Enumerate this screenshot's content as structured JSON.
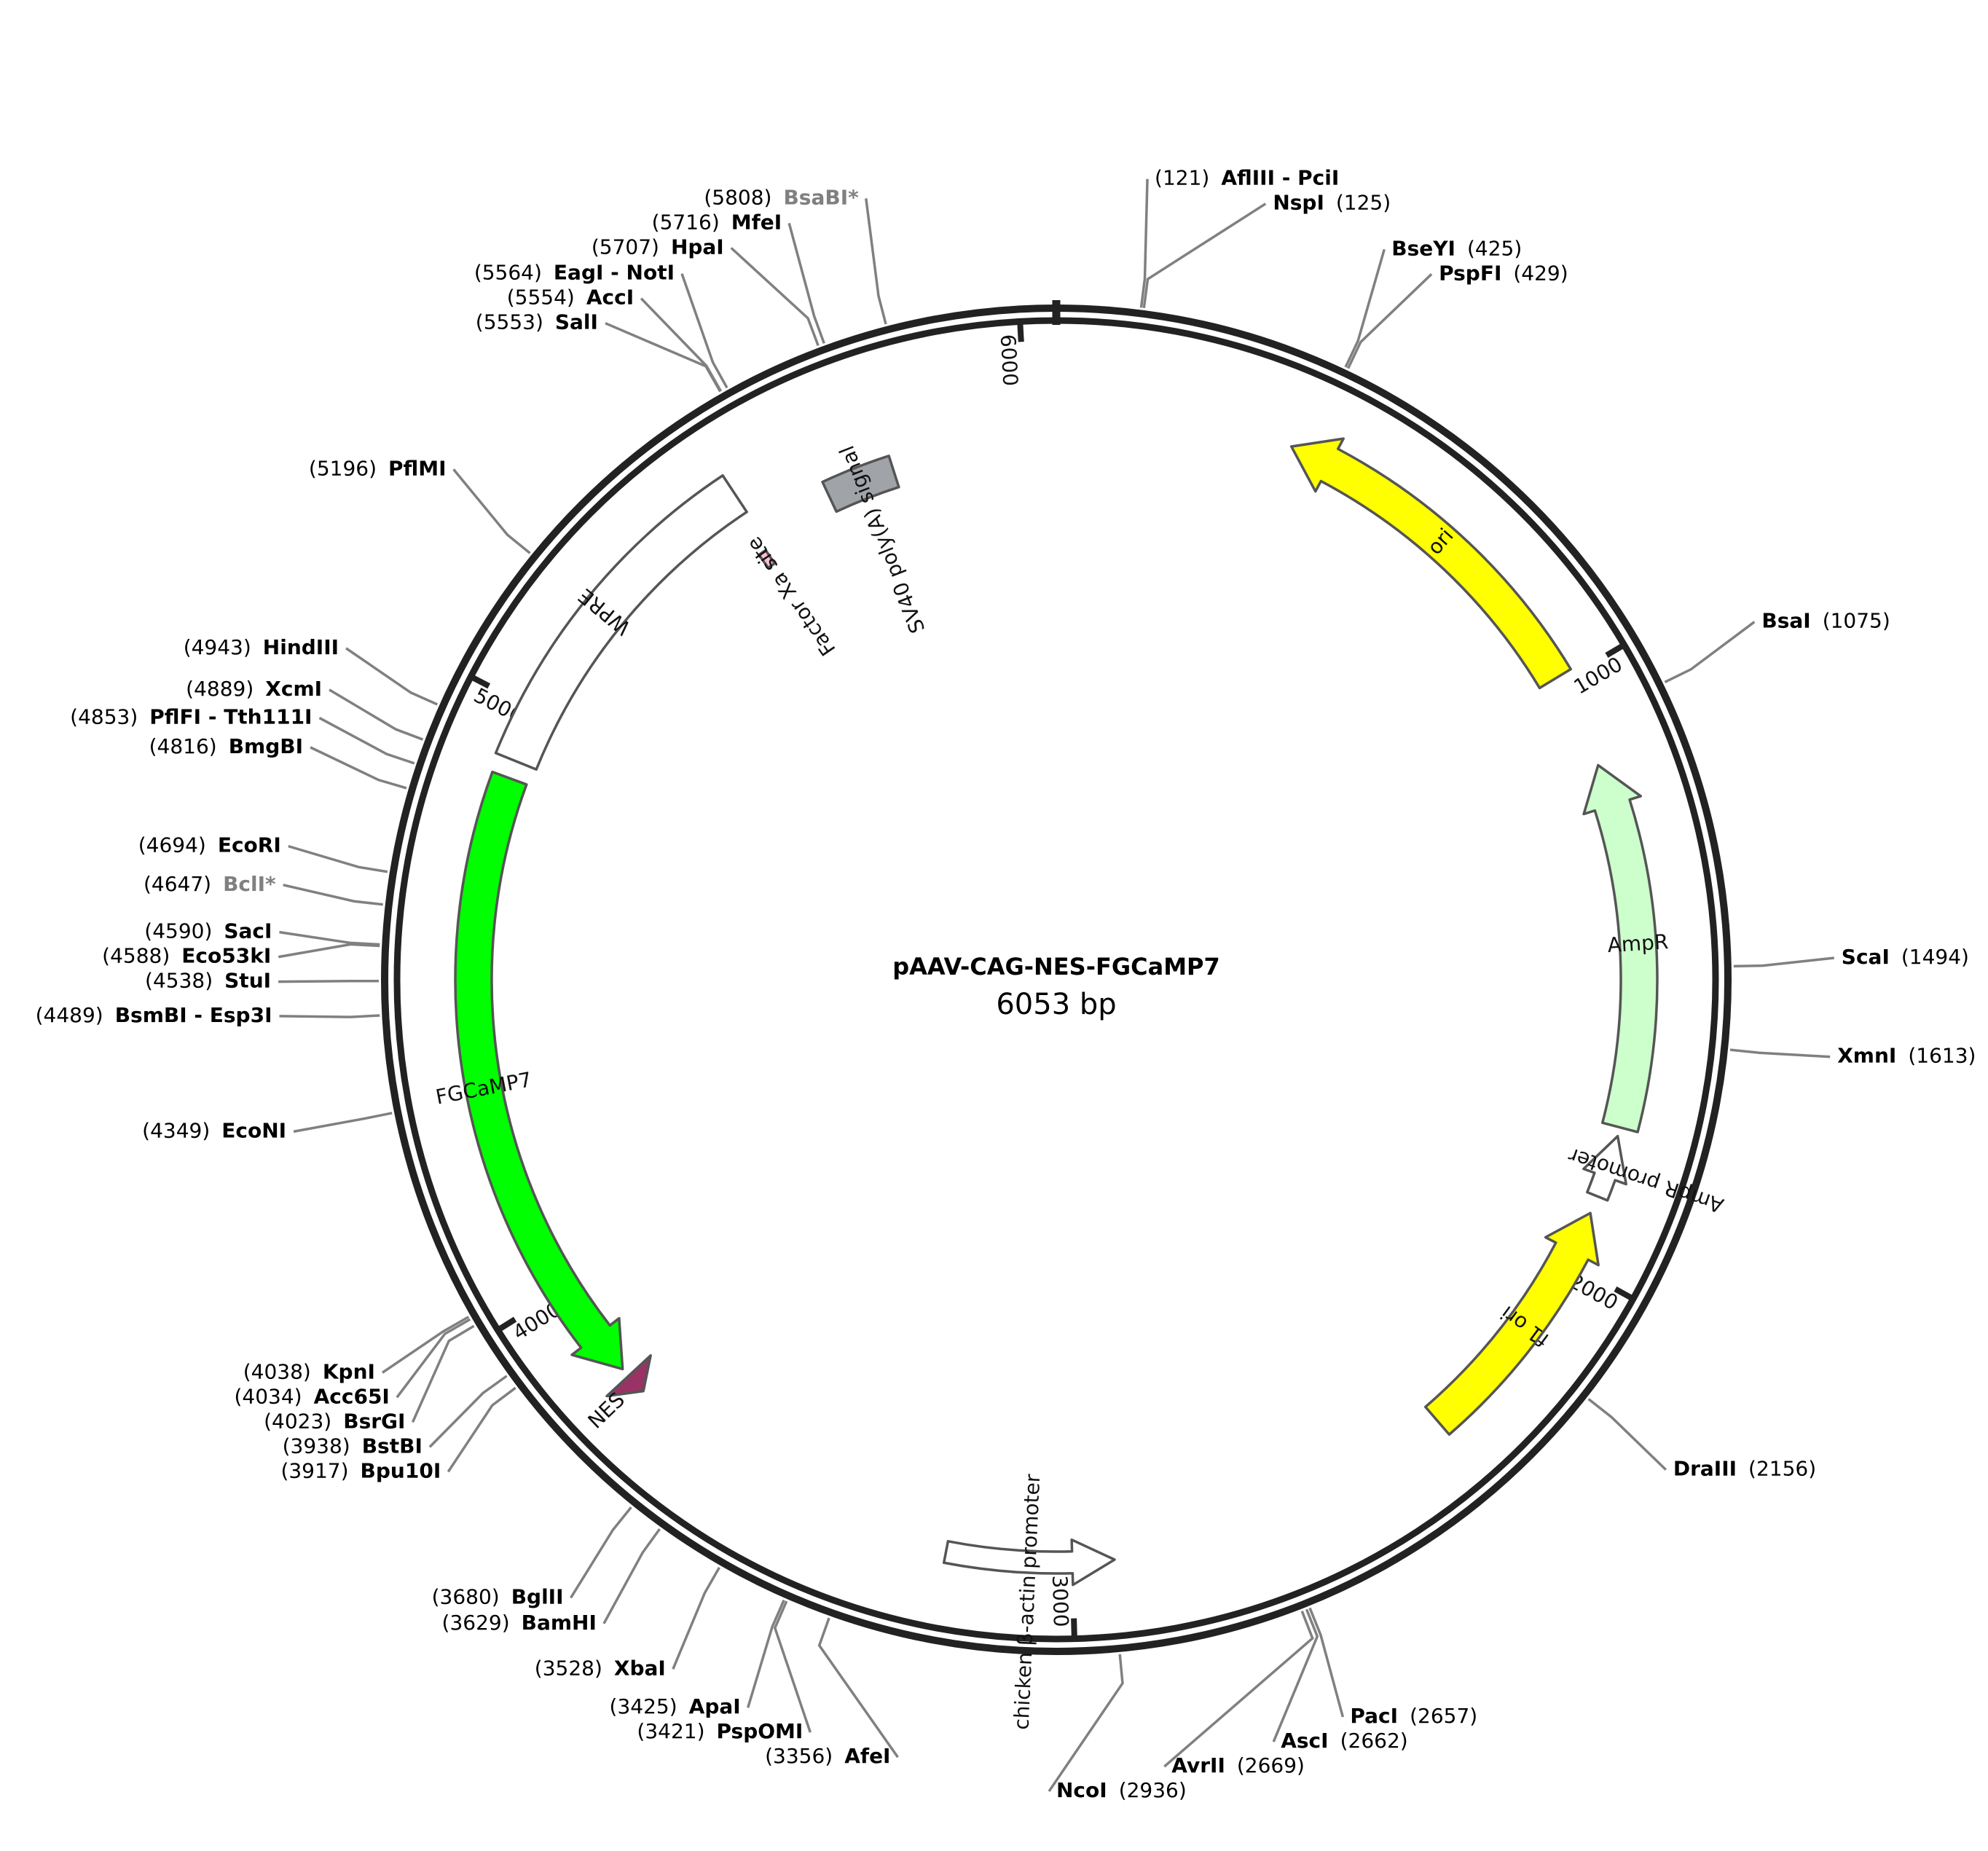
{
  "plasmid": {
    "name": "pAAV-CAG-NES-FGCaMP7",
    "length_label": "6053 bp",
    "length": 6053
  },
  "ticks": [
    "1000",
    "2000",
    "3000",
    "4000",
    "5000",
    "6000"
  ],
  "features": [
    {
      "name": "ori",
      "start": 400,
      "end": 990,
      "color": "#ffff00",
      "dir": "reverse"
    },
    {
      "name": "AmpR",
      "start": 1150,
      "end": 1760,
      "color": "#ccffcc",
      "dir": "reverse"
    },
    {
      "name": "AmpR promoter",
      "start": 1775,
      "end": 1880,
      "color": "#ffffff",
      "dir": "reverse"
    },
    {
      "name": "f1 ori",
      "start": 1910,
      "end": 2340,
      "color": "#ffff00",
      "dir": "reverse"
    },
    {
      "name": "chicken β-actin promoter",
      "start": 2930,
      "end": 3210,
      "color": "#ffffff",
      "dir": "reverse"
    },
    {
      "name": "NES",
      "start": 3785,
      "end": 3820,
      "color": "#993366",
      "dir": "reverse"
    },
    {
      "name": "FGCaMP7",
      "start": 3835,
      "end": 4880,
      "color": "#00ff00",
      "dir": "reverse"
    },
    {
      "name": "WPRE",
      "start": 4910,
      "end": 5490,
      "color": "#ffffff",
      "dir": "none"
    },
    {
      "name": "SV40 poly(A) signal",
      "start": 5630,
      "end": 5755,
      "color": "#a0a4a8",
      "dir": "none"
    },
    {
      "name": "Factor Xa site",
      "start": 5465,
      "end": 5480,
      "color": "#ffc0cb",
      "dir": "none"
    }
  ],
  "sites": [
    {
      "pos_label": "(121)",
      "name": "AflIII - PciI",
      "pos": 121,
      "side": "left",
      "dim": false
    },
    {
      "pos_label": "(125)",
      "name": "NspI",
      "pos": 125,
      "side": "right",
      "dim": false
    },
    {
      "pos_label": "(425)",
      "name": "BseYI",
      "pos": 425,
      "side": "right",
      "dim": false
    },
    {
      "pos_label": "(429)",
      "name": "PspFI",
      "pos": 429,
      "side": "right",
      "dim": false
    },
    {
      "pos_label": "(1075)",
      "name": "BsaI",
      "pos": 1075,
      "side": "right",
      "dim": false
    },
    {
      "pos_label": "(1494)",
      "name": "ScaI",
      "pos": 1494,
      "side": "right",
      "dim": false
    },
    {
      "pos_label": "(1613)",
      "name": "XmnI",
      "pos": 1613,
      "side": "right",
      "dim": false
    },
    {
      "pos_label": "(2156)",
      "name": "DraIII",
      "pos": 2156,
      "side": "right",
      "dim": false
    },
    {
      "pos_label": "(2657)",
      "name": "PacI",
      "pos": 2657,
      "side": "right",
      "dim": false
    },
    {
      "pos_label": "(2662)",
      "name": "AscI",
      "pos": 2662,
      "side": "right",
      "dim": false
    },
    {
      "pos_label": "(2669)",
      "name": "AvrII",
      "pos": 2669,
      "side": "right",
      "dim": false
    },
    {
      "pos_label": "(2936)",
      "name": "NcoI",
      "pos": 2936,
      "side": "right",
      "dim": false
    },
    {
      "pos_label": "(3356)",
      "name": "AfeI",
      "pos": 3356,
      "side": "left",
      "dim": false
    },
    {
      "pos_label": "(3421)",
      "name": "PspOMI",
      "pos": 3421,
      "side": "left",
      "dim": false
    },
    {
      "pos_label": "(3425)",
      "name": "ApaI",
      "pos": 3425,
      "side": "left",
      "dim": false
    },
    {
      "pos_label": "(3528)",
      "name": "XbaI",
      "pos": 3528,
      "side": "left",
      "dim": false
    },
    {
      "pos_label": "(3629)",
      "name": "BamHI",
      "pos": 3629,
      "side": "left",
      "dim": false
    },
    {
      "pos_label": "(3680)",
      "name": "BglII",
      "pos": 3680,
      "side": "left",
      "dim": false
    },
    {
      "pos_label": "(3917)",
      "name": "Bpu10I",
      "pos": 3917,
      "side": "left",
      "dim": false
    },
    {
      "pos_label": "(3938)",
      "name": "BstBI",
      "pos": 3938,
      "side": "left",
      "dim": false
    },
    {
      "pos_label": "(4023)",
      "name": "BsrGI",
      "pos": 4023,
      "side": "left",
      "dim": false
    },
    {
      "pos_label": "(4034)",
      "name": "Acc65I",
      "pos": 4034,
      "side": "left",
      "dim": false
    },
    {
      "pos_label": "(4038)",
      "name": "KpnI",
      "pos": 4038,
      "side": "left",
      "dim": false
    },
    {
      "pos_label": "(4349)",
      "name": "EcoNI",
      "pos": 4349,
      "side": "left",
      "dim": false
    },
    {
      "pos_label": "(4489)",
      "name": "BsmBI - Esp3I",
      "pos": 4489,
      "side": "left",
      "dim": false
    },
    {
      "pos_label": "(4538)",
      "name": "StuI",
      "pos": 4538,
      "side": "left",
      "dim": false
    },
    {
      "pos_label": "(4588)",
      "name": "Eco53kI",
      "pos": 4588,
      "side": "left",
      "dim": false
    },
    {
      "pos_label": "(4590)",
      "name": "SacI",
      "pos": 4590,
      "side": "left",
      "dim": false
    },
    {
      "pos_label": "(4647)",
      "name": "BclI*",
      "pos": 4647,
      "side": "left",
      "dim": true
    },
    {
      "pos_label": "(4694)",
      "name": "EcoRI",
      "pos": 4694,
      "side": "left",
      "dim": false
    },
    {
      "pos_label": "(4816)",
      "name": "BmgBI",
      "pos": 4816,
      "side": "left",
      "dim": false
    },
    {
      "pos_label": "(4853)",
      "name": "PflFI - Tth111I",
      "pos": 4853,
      "side": "left",
      "dim": false
    },
    {
      "pos_label": "(4889)",
      "name": "XcmI",
      "pos": 4889,
      "side": "left",
      "dim": false
    },
    {
      "pos_label": "(4943)",
      "name": "HindIII",
      "pos": 4943,
      "side": "left",
      "dim": false
    },
    {
      "pos_label": "(5196)",
      "name": "PflMI",
      "pos": 5196,
      "side": "left",
      "dim": false
    },
    {
      "pos_label": "(5553)",
      "name": "SalI",
      "pos": 5553,
      "side": "left",
      "dim": false
    },
    {
      "pos_label": "(5554)",
      "name": "AccI",
      "pos": 5554,
      "side": "left",
      "dim": false
    },
    {
      "pos_label": "(5564)",
      "name": "EagI - NotI",
      "pos": 5564,
      "side": "left",
      "dim": false
    },
    {
      "pos_label": "(5707)",
      "name": "HpaI",
      "pos": 5707,
      "side": "left",
      "dim": false
    },
    {
      "pos_label": "(5716)",
      "name": "MfeI",
      "pos": 5716,
      "side": "left",
      "dim": false
    },
    {
      "pos_label": "(5808)",
      "name": "BsaBI*",
      "pos": 5808,
      "side": "left",
      "dim": true
    }
  ]
}
